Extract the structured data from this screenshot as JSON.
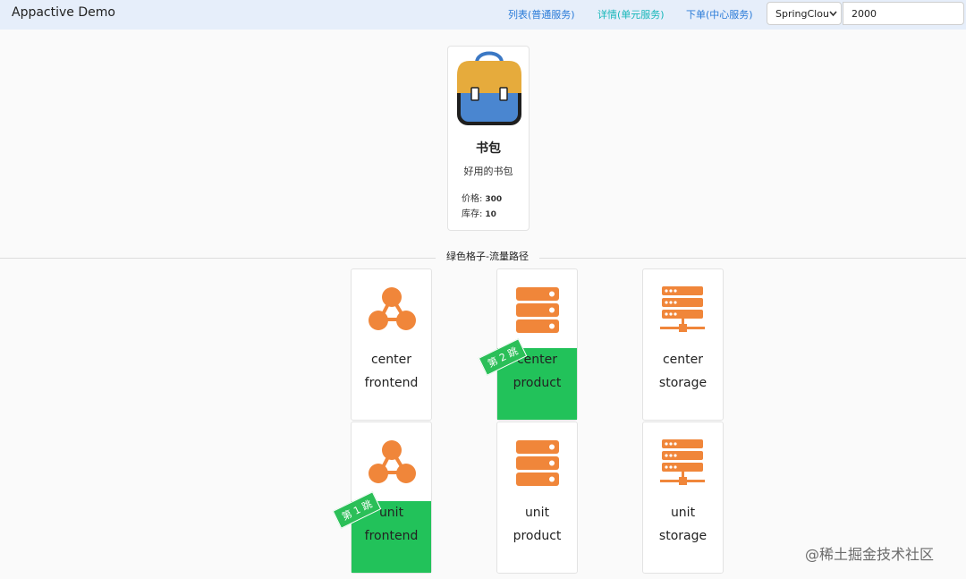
{
  "navbar": {
    "brand": "Appactive Demo",
    "links": [
      "列表(普通服务)",
      "详情(单元服务)",
      "下单(中心服务)"
    ],
    "select_value": "SpringClou",
    "input_value": "2000"
  },
  "product": {
    "name": "书包",
    "description": "好用的书包",
    "price_label": "价格:",
    "price": "300",
    "stock_label": "库存:",
    "stock": "10"
  },
  "route": {
    "title": "绿色格子-流量路径",
    "cells": [
      {
        "line1": "center",
        "line2": "frontend",
        "icon": "share-network-icon",
        "active": false
      },
      {
        "line1": "center",
        "line2": "product",
        "icon": "database-stack-icon",
        "active": true,
        "badge": "第 2 跳"
      },
      {
        "line1": "center",
        "line2": "storage",
        "icon": "server-rack-icon",
        "active": false
      },
      {
        "line1": "unit",
        "line2": "frontend",
        "icon": "share-network-icon",
        "active": true,
        "badge": "第 1 跳"
      },
      {
        "line1": "unit",
        "line2": "product",
        "icon": "database-stack-icon",
        "active": false
      },
      {
        "line1": "unit",
        "line2": "storage",
        "icon": "server-rack-icon",
        "active": false
      }
    ],
    "active_color": "#22c25a",
    "icon_color": "#f0863a"
  },
  "watermark": "@稀土掘金技术社区"
}
